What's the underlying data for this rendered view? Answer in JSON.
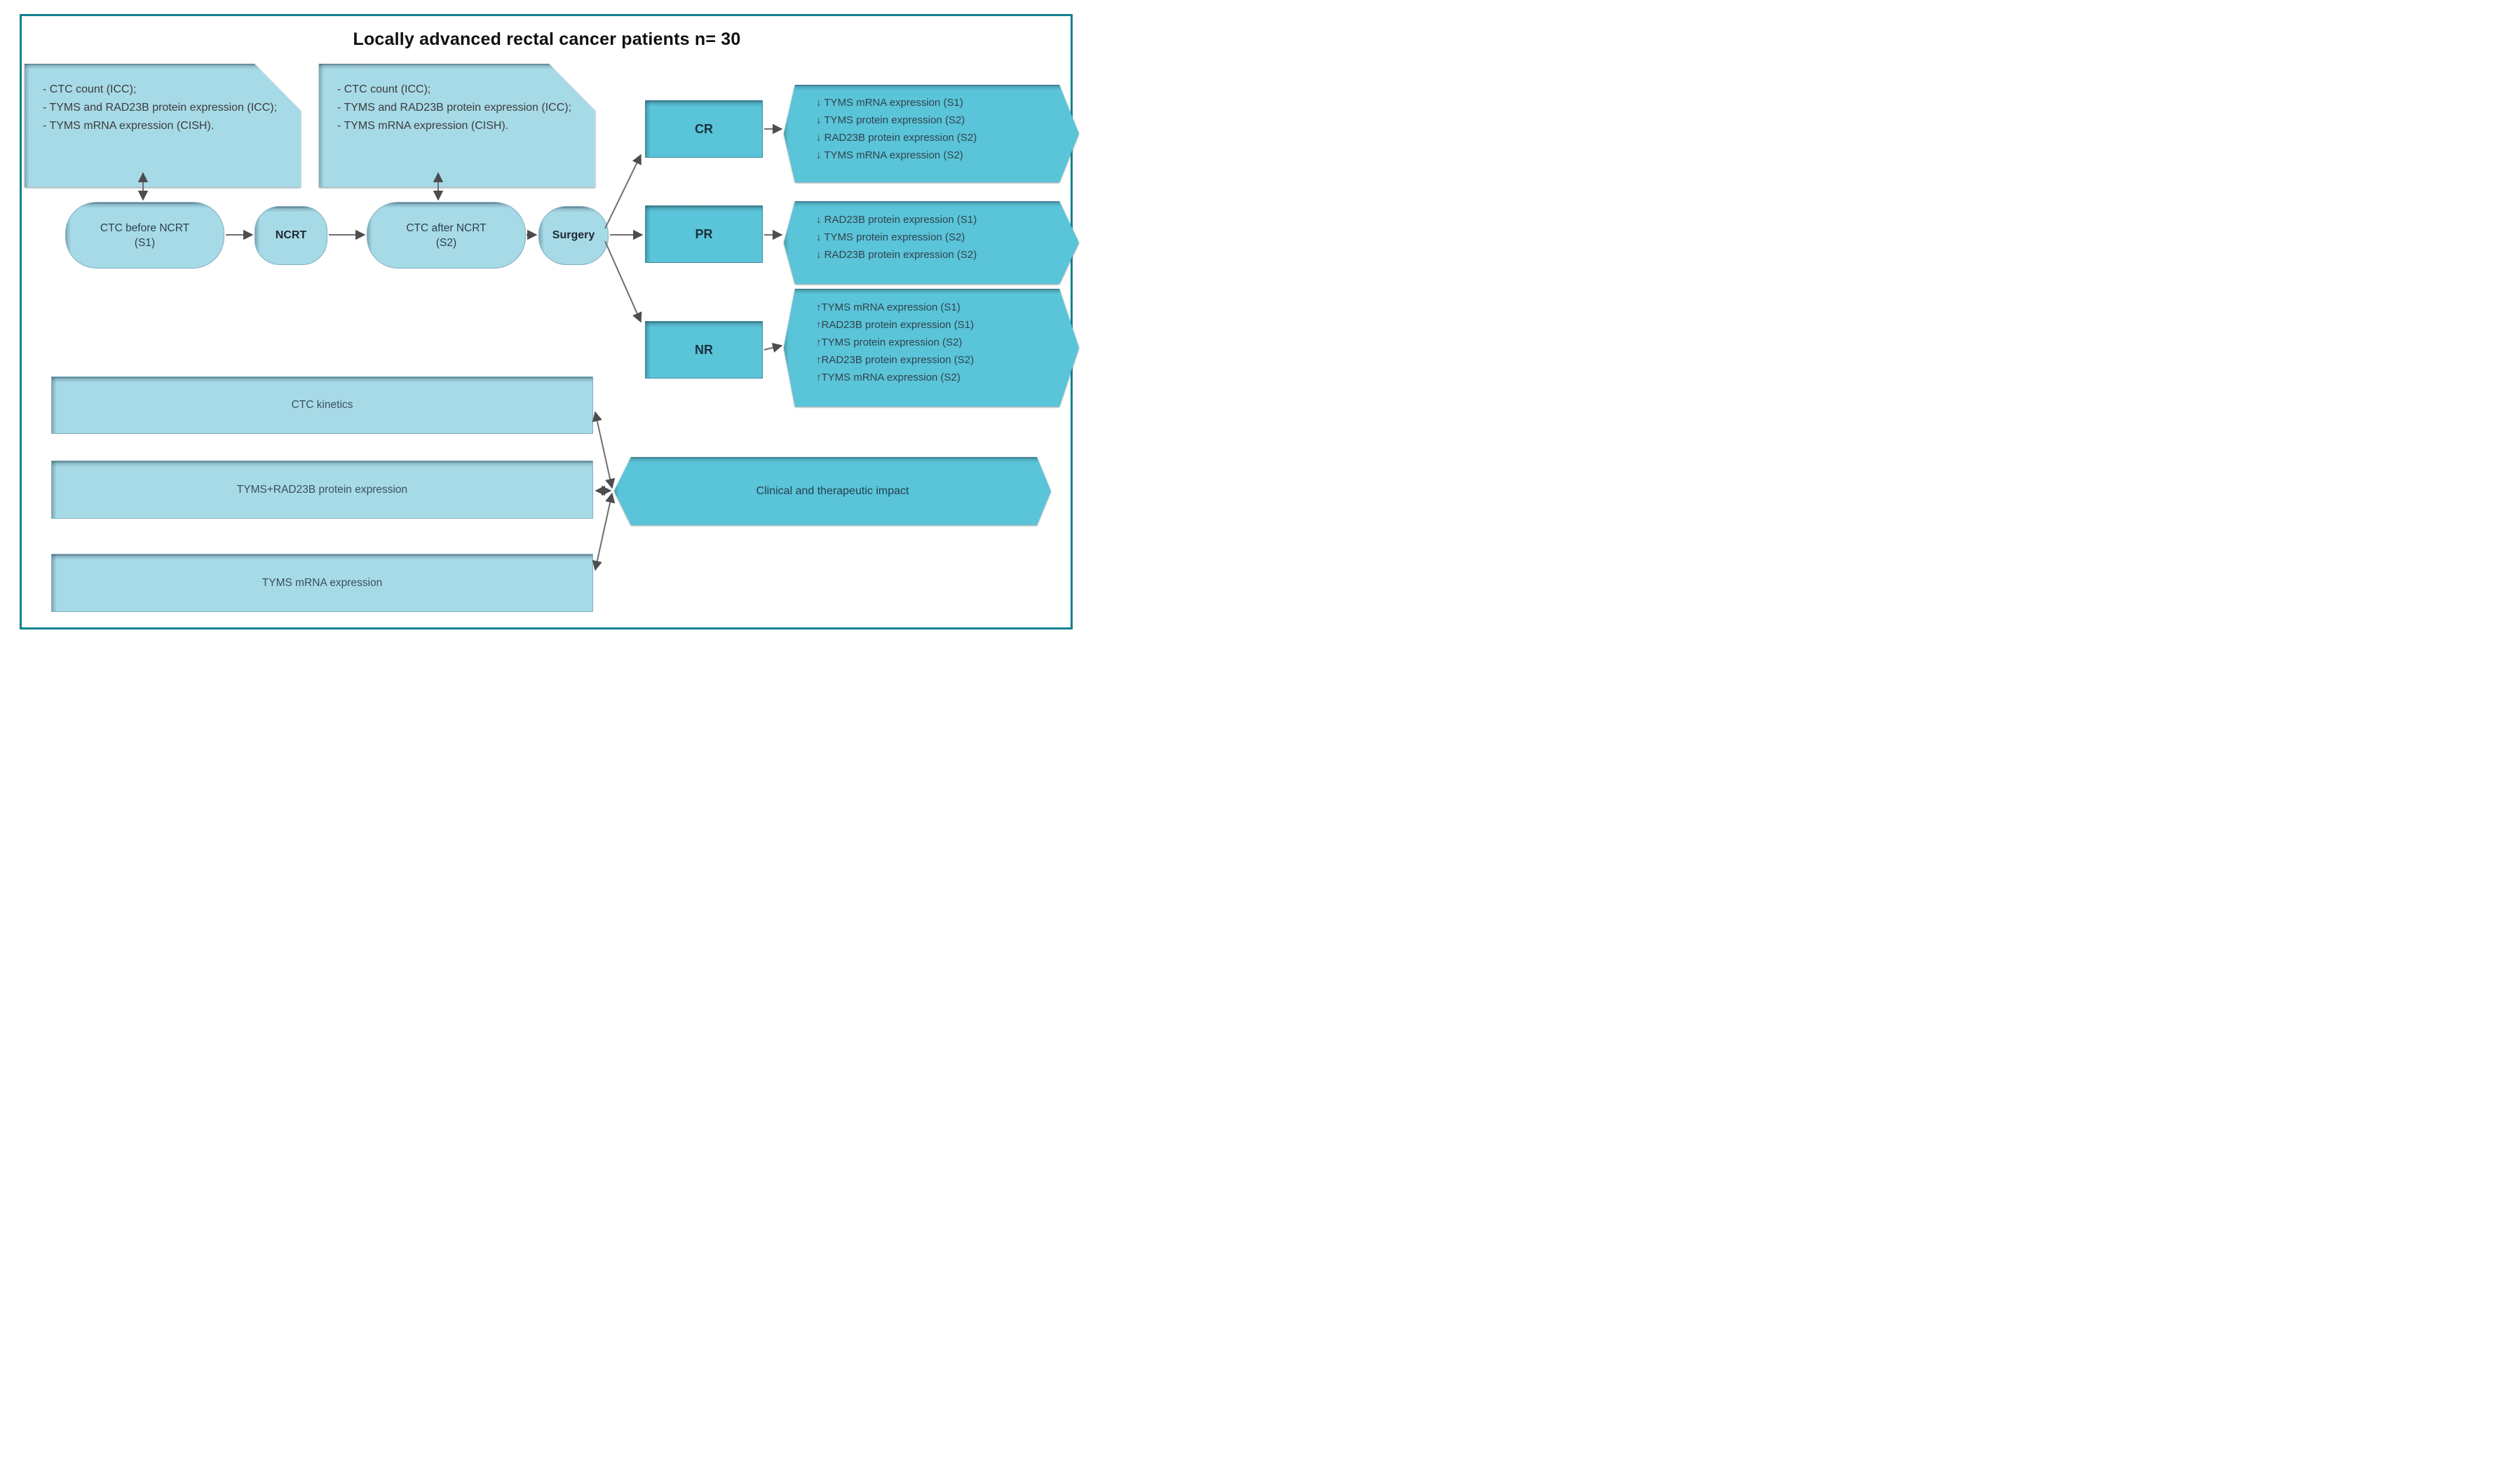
{
  "title": "Locally advanced rectal cancer patients n= 30",
  "colors": {
    "shape_light": "#a7dae7",
    "shape_teal": "#5ac4d8",
    "frame_border": "#12808e",
    "arrow": "#4d4d4d"
  },
  "notes": {
    "before": {
      "line1": "- CTC count (ICC);",
      "line2": "- TYMS and RAD23B protein expression (ICC);",
      "line3": "- TYMS mRNA expression (CISH)."
    },
    "after": {
      "line1": "- CTC count (ICC);",
      "line2": "- TYMS and RAD23B protein expression (ICC);",
      "line3": "- TYMS mRNA expression (CISH)."
    }
  },
  "flow": {
    "ctc_before": {
      "line1": "CTC before NCRT",
      "line2": "(S1)"
    },
    "ncrt": "NCRT",
    "ctc_after": {
      "line1": "CTC after NCRT",
      "line2": "(S2)"
    },
    "surgery": "Surgery"
  },
  "responses": {
    "cr": {
      "label": "CR",
      "outcomes": [
        "↓ TYMS mRNA expression (S1)",
        "↓ TYMS protein expression (S2)",
        "↓ RAD23B protein expression (S2)",
        "↓ TYMS mRNA expression  (S2)"
      ]
    },
    "pr": {
      "label": "PR",
      "outcomes": [
        "↓ RAD23B protein expression (S1)",
        "↓ TYMS protein expression (S2)",
        "↓ RAD23B protein expression (S2)"
      ]
    },
    "nr": {
      "label": "NR",
      "outcomes": [
        "↑TYMS mRNA expression (S1)",
        "↑RAD23B protein expression (S1)",
        "↑TYMS protein expression (S2)",
        "↑RAD23B protein expression (S2)",
        "↑TYMS mRNA expression (S2)"
      ]
    }
  },
  "biomarkers": {
    "ctc": "CTC kinetics",
    "protein": "TYMS+RAD23B protein expression",
    "mrna": "TYMS mRNA expression"
  },
  "impact": {
    "label": "Clinical and therapeutic impact"
  }
}
